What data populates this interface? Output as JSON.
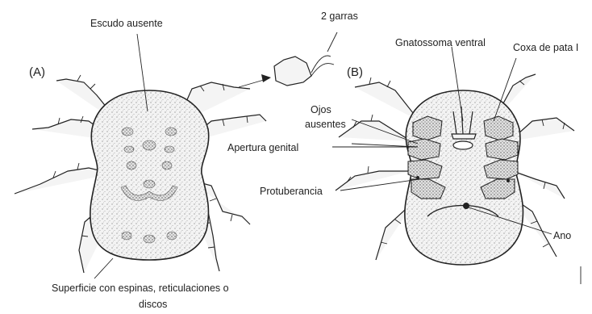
{
  "figure": {
    "panel_a": "(A)",
    "panel_b": "(B)",
    "labels": {
      "escudo_ausente": "Escudo ausente",
      "garras": "2 garras",
      "gnatossoma_ventral": "Gnatossoma ventral",
      "coxa_pata": "Coxa de pata I",
      "ojos_line1": "Ojos",
      "ojos_line2": "ausentes",
      "apertura_genital": "Apertura genital",
      "protuberancia": "Protuberancia",
      "ano": "Ano",
      "superficie_line1": "Superficie con espinas, reticulaciones o",
      "superficie_line2": "discos"
    }
  }
}
